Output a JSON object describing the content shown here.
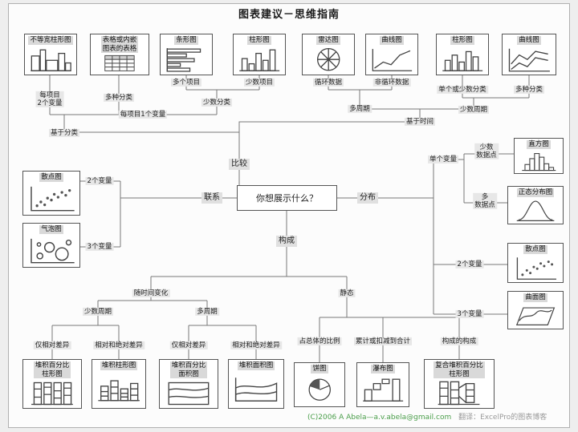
{
  "title": "图表建议－思维指南",
  "center": {
    "question": "你想展示什么？"
  },
  "labels": {
    "compare": "比较",
    "relationship": "联系",
    "distribution": "分布",
    "composition": "构成",
    "among_items": "基于分类",
    "over_time": "基于时间",
    "two_var_per_item": "每项目\n2个变量",
    "many_categories_a": "多种分类",
    "one_var_per_item": "每项目1个变量",
    "few_categories": "少数分类",
    "many_items": "多个项目",
    "few_items": "少数项目",
    "many_periods": "多周期",
    "cyclical_data": "循环数据",
    "non_cyclical_data": "非循环数据",
    "few_periods": "少数周期",
    "single_or_few_categories": "单个或少数分类",
    "many_categories_b": "多种分类",
    "two_variables_rel": "2个变量",
    "three_variables_rel": "3个变量",
    "single_variable": "单个变量",
    "few_data_points": "少数\n数据点",
    "many_data_points": "多\n数据点",
    "two_variables_dist": "2个变量",
    "three_variables_dist": "3个变量",
    "changing_over_time": "随时间变化",
    "static": "静态",
    "few_periods_comp": "少数周期",
    "many_periods_comp": "多周期",
    "only_relative_diff_a": "仅相对差异",
    "relative_absolute_diff_a": "相对和绝对差异",
    "only_relative_diff_b": "仅相对差异",
    "relative_absolute_diff_b": "相对和绝对差异",
    "share_of_total": "占总体的比例",
    "accumulation_to_total": "累计或扣减到合计",
    "components_of_components": "构成的构成"
  },
  "charts": {
    "variable_width_column": "不等宽柱形图",
    "table_embedded": "表格或内嵌\n图表的表格",
    "bar": "条形图",
    "column_a": "柱形图",
    "radar": "雷达图",
    "line_a": "曲线图",
    "column_b": "柱形图",
    "line_b": "曲线图",
    "scatter_rel": "散点图",
    "bubble": "气泡图",
    "histogram": "直方图",
    "normal_dist": "正态分布图",
    "scatter_dist": "散点图",
    "surface": "曲面图",
    "stacked_pct_column": "堆积百分比\n柱形图",
    "stacked_column": "堆积柱形图",
    "stacked_pct_area": "堆积百分比\n面积图",
    "stacked_area": "堆积面积图",
    "pie": "饼图",
    "waterfall": "瀑布图",
    "compound_stacked_pct_column": "复合堆积百分比\n柱形图"
  },
  "footer": {
    "copyright": "(C)2006 A Abela—a.v.abela@gmail.com",
    "translation": "翻译：ExcelPro的图表博客"
  }
}
